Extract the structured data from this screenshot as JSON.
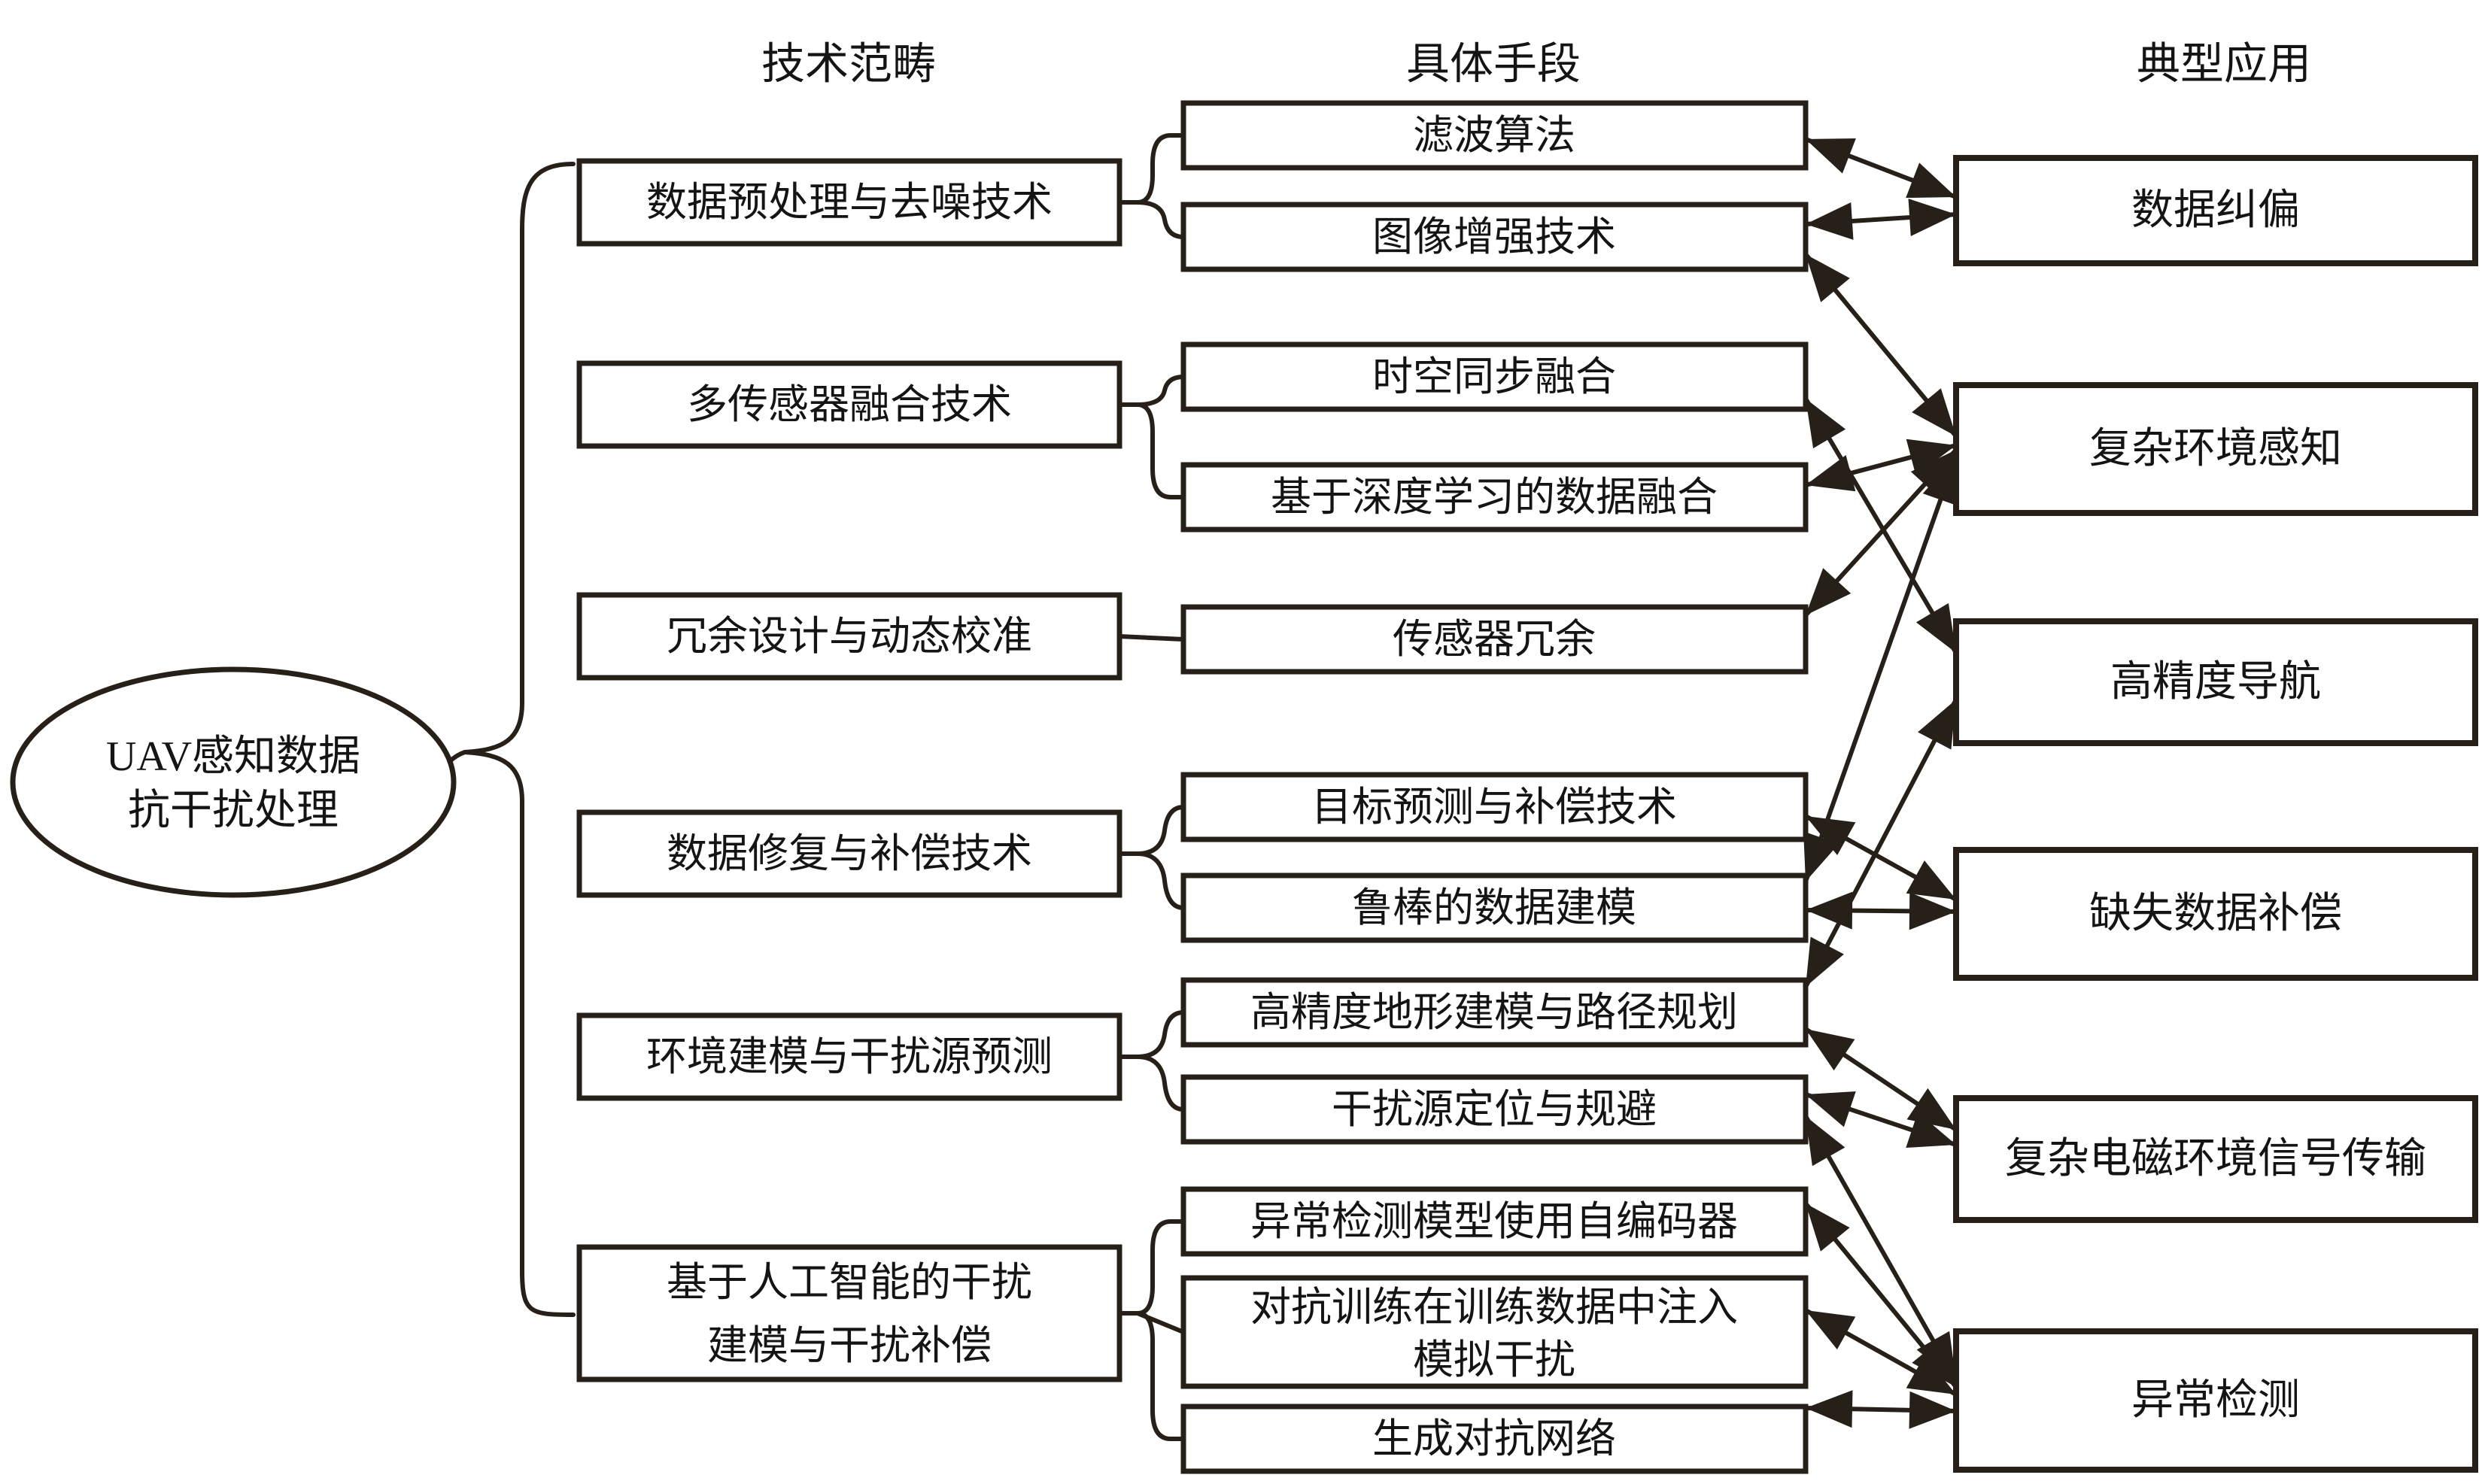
{
  "headers": {
    "categories": "技术范畴",
    "methods": "具体手段",
    "applications": "典型应用"
  },
  "root": {
    "line1": "UAV感知数据",
    "line2": "抗干扰处理"
  },
  "categories": [
    {
      "label": "数据预处理与去噪技术"
    },
    {
      "label": "多传感器融合技术"
    },
    {
      "label": "冗余设计与动态校准"
    },
    {
      "label": "数据修复与补偿技术"
    },
    {
      "label": "环境建模与干扰源预测"
    },
    {
      "line1": "基于人工智能的干扰",
      "line2": "建模与干扰补偿"
    }
  ],
  "methods": [
    {
      "label": "滤波算法"
    },
    {
      "label": "图像增强技术"
    },
    {
      "label": "时空同步融合"
    },
    {
      "label": "基于深度学习的数据融合"
    },
    {
      "label": "传感器冗余"
    },
    {
      "label": "目标预测与补偿技术"
    },
    {
      "label": "鲁棒的数据建模"
    },
    {
      "label": "高精度地形建模与路径规划"
    },
    {
      "label": "干扰源定位与规避"
    },
    {
      "label": "异常检测模型使用自编码器"
    },
    {
      "line1": "对抗训练在训练数据中注入",
      "line2": "模拟干扰"
    },
    {
      "label": "生成对抗网络"
    }
  ],
  "applications": [
    {
      "label": "数据纠偏"
    },
    {
      "label": "复杂环境感知"
    },
    {
      "label": "高精度导航"
    },
    {
      "label": "缺失数据补偿"
    },
    {
      "label": "复杂电磁环境信号传输"
    },
    {
      "label": "异常检测"
    }
  ],
  "edges": [
    {
      "from": "滤波算法",
      "to": "数据纠偏"
    },
    {
      "from": "图像增强技术",
      "to": "数据纠偏"
    },
    {
      "from": "图像增强技术",
      "to": "复杂环境感知"
    },
    {
      "from": "基于深度学习的数据融合",
      "to": "复杂环境感知"
    },
    {
      "from": "传感器冗余",
      "to": "复杂环境感知"
    },
    {
      "from": "鲁棒的数据建模",
      "to": "复杂环境感知"
    },
    {
      "from": "时空同步融合",
      "to": "高精度导航"
    },
    {
      "from": "高精度地形建模与路径规划",
      "to": "高精度导航"
    },
    {
      "from": "目标预测与补偿技术",
      "to": "缺失数据补偿"
    },
    {
      "from": "鲁棒的数据建模",
      "to": "缺失数据补偿"
    },
    {
      "from": "高精度地形建模与路径规划",
      "to": "复杂电磁环境信号传输"
    },
    {
      "from": "干扰源定位与规避",
      "to": "复杂电磁环境信号传输"
    },
    {
      "from": "干扰源定位与规避",
      "to": "异常检测"
    },
    {
      "from": "异常检测模型使用自编码器",
      "to": "异常检测"
    },
    {
      "from": "对抗训练在训练数据中注入模拟干扰",
      "to": "异常检测"
    },
    {
      "from": "生成对抗网络",
      "to": "异常检测"
    }
  ],
  "colors": {
    "ink": "#262019",
    "text": "#141414",
    "background": "#ffffff"
  }
}
